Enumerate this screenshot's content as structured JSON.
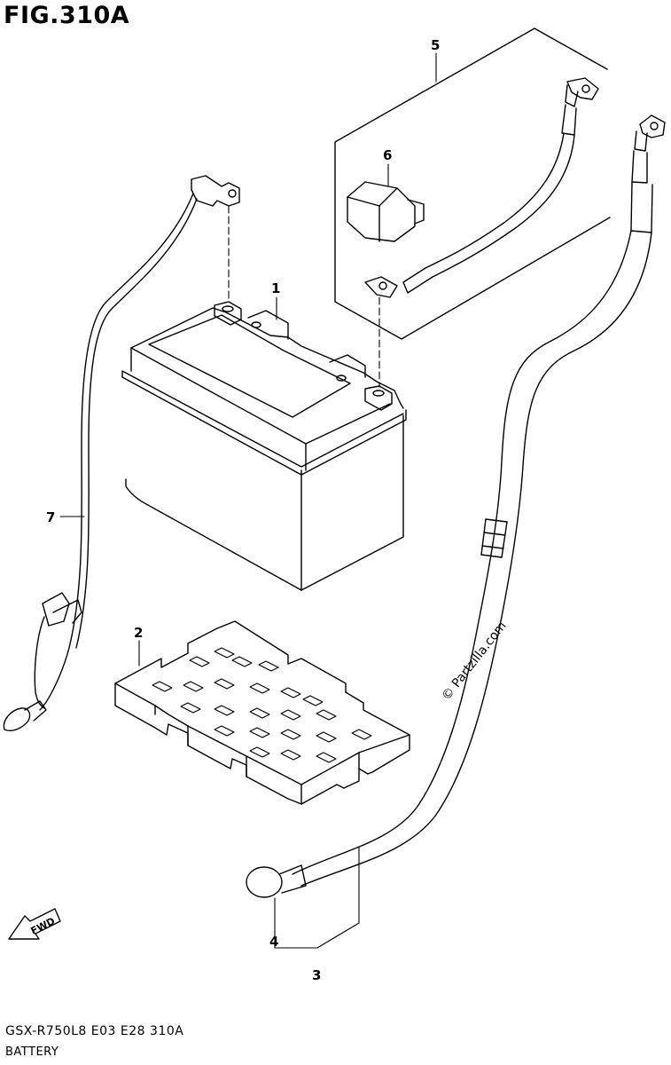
{
  "figure": {
    "title": "FIG.310A",
    "model_code": "GSX-R750L8  E03  E28  310A",
    "section_name": "BATTERY",
    "watermark": "© Partzilla.com",
    "direction_label": "FWD"
  },
  "callouts": [
    {
      "id": "1",
      "label": "1"
    },
    {
      "id": "2",
      "label": "2"
    },
    {
      "id": "3",
      "label": "3"
    },
    {
      "id": "4",
      "label": "4"
    },
    {
      "id": "5",
      "label": "5"
    },
    {
      "id": "6",
      "label": "6"
    },
    {
      "id": "7",
      "label": "7"
    }
  ],
  "parts": [
    {
      "callout": "1",
      "icon": "battery-icon"
    },
    {
      "callout": "2",
      "icon": "battery-tray-icon"
    },
    {
      "callout": "3",
      "icon": "negative-cable-icon"
    },
    {
      "callout": "4",
      "icon": "terminal-cap-icon"
    },
    {
      "callout": "5",
      "icon": "positive-cable-icon"
    },
    {
      "callout": "6",
      "icon": "cover-cap-icon"
    },
    {
      "callout": "7",
      "icon": "ground-lead-icon"
    }
  ],
  "colors": {
    "line": "#000000",
    "background": "#ffffff"
  }
}
